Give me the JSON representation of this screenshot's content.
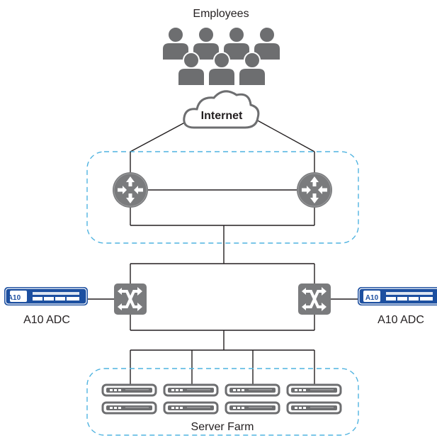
{
  "employees_label": "Employees",
  "internet_label": "Internet",
  "adc_left_label": "A10 ADC",
  "adc_right_label": "A10 ADC",
  "adc_logo_text": "A10",
  "server_farm_label": "Server Farm",
  "colors": {
    "device_gray": "#7a7b7d",
    "person_gray": "#6d6e70",
    "line": "#231f20",
    "dashed_group": "#4fb3e0",
    "adc_blue": "#1c4fa0"
  },
  "icons": {
    "router": "router-icon",
    "switch": "switch-icon",
    "person": "person-icon",
    "cloud": "cloud-icon",
    "server": "server-icon",
    "adc": "adc-appliance-icon"
  }
}
